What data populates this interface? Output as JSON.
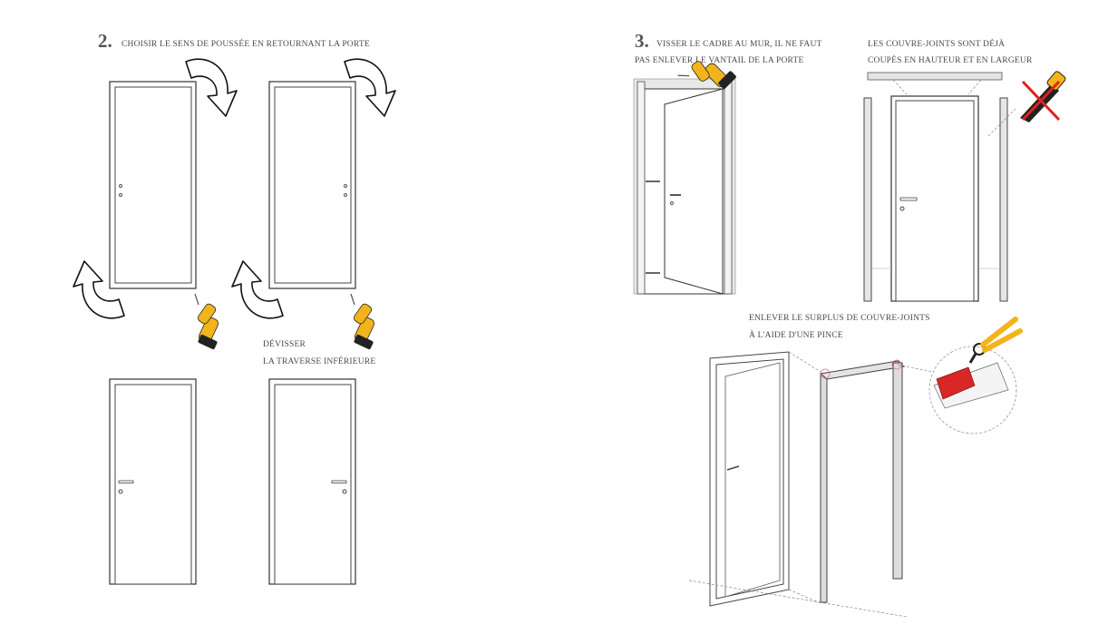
{
  "step2": {
    "number": "2.",
    "title": "CHOISIR LE SENS DE POUSSÉE EN RETOURNANT LA PORTE",
    "note_line1": "DÉVISSER",
    "note_line2": "LA TRAVERSE INFÉRIEURE"
  },
  "step3": {
    "number": "3.",
    "title_line1": "VISSER LE CADRE AU MUR, IL NE FAUT",
    "title_line2": "PAS ENLEVER LE VANTAIL DE LA PORTE",
    "casing_line1": "LES COUVRE-JOINTS SONT DÉJÀ",
    "casing_line2": "COUPÉS EN HAUTEUR ET EN LARGEUR",
    "trim_line1": "ENLEVER LE SURPLUS DE COUVRE-JOINTS",
    "trim_line2": "À L'AIDE D'UNE PINCE"
  },
  "colors": {
    "drill": "#f3b41b",
    "saw_cross": "#e02020",
    "wood_cut": "#d92626"
  }
}
